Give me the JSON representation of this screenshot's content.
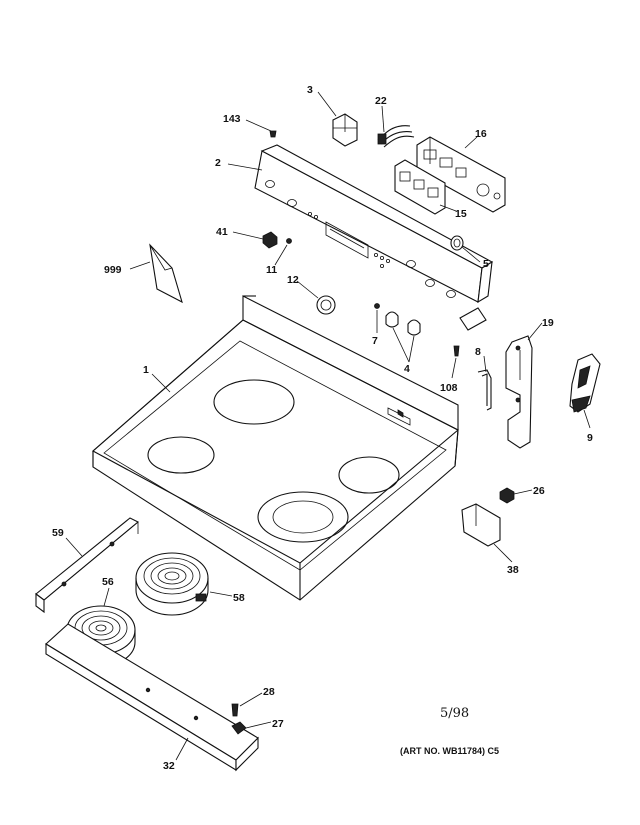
{
  "diagram": {
    "date": "5/98",
    "art_number": "(ART NO. WB11784) C5",
    "callouts": [
      {
        "id": "c3",
        "label": "3"
      },
      {
        "id": "c22",
        "label": "22"
      },
      {
        "id": "c143",
        "label": "143"
      },
      {
        "id": "c16",
        "label": "16"
      },
      {
        "id": "c2",
        "label": "2"
      },
      {
        "id": "c15",
        "label": "15"
      },
      {
        "id": "c41",
        "label": "41"
      },
      {
        "id": "c5",
        "label": "5"
      },
      {
        "id": "c999",
        "label": "999"
      },
      {
        "id": "c11",
        "label": "11"
      },
      {
        "id": "c12",
        "label": "12"
      },
      {
        "id": "c19",
        "label": "19"
      },
      {
        "id": "c1",
        "label": "1"
      },
      {
        "id": "c7",
        "label": "7"
      },
      {
        "id": "c8",
        "label": "8"
      },
      {
        "id": "c4",
        "label": "4"
      },
      {
        "id": "c108",
        "label": "108"
      },
      {
        "id": "c9",
        "label": "9"
      },
      {
        "id": "c26",
        "label": "26"
      },
      {
        "id": "c59",
        "label": "59"
      },
      {
        "id": "c38",
        "label": "38"
      },
      {
        "id": "c56",
        "label": "56"
      },
      {
        "id": "c58",
        "label": "58"
      },
      {
        "id": "c28",
        "label": "28"
      },
      {
        "id": "c27",
        "label": "27"
      },
      {
        "id": "c32",
        "label": "32"
      }
    ]
  }
}
